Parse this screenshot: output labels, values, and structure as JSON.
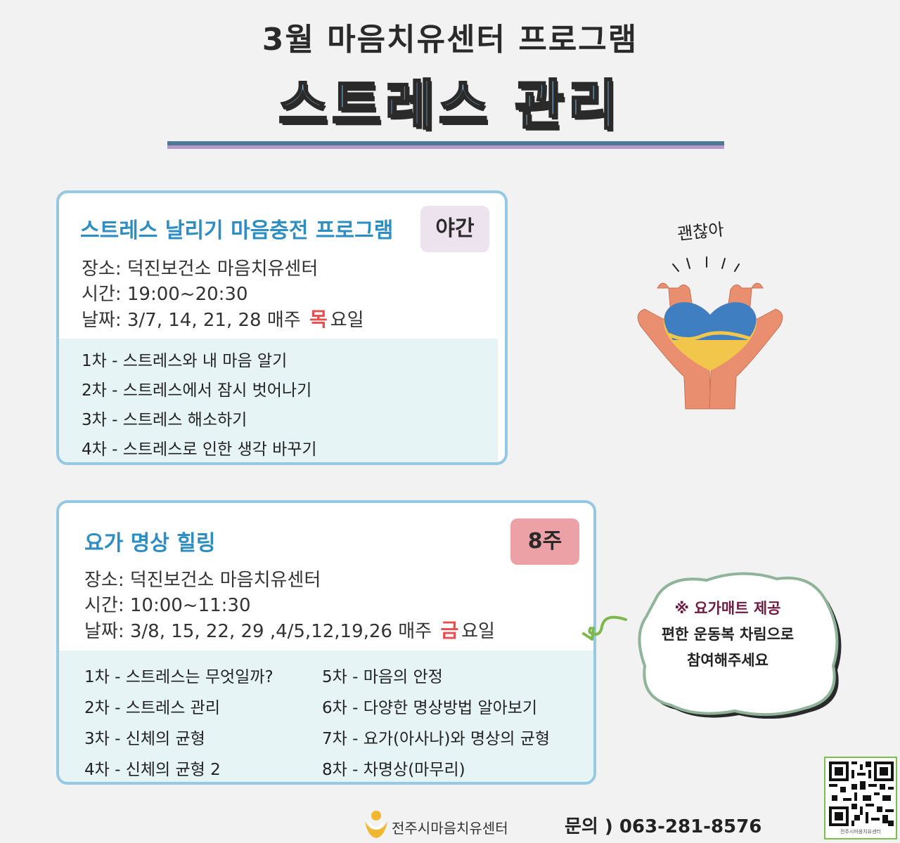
{
  "header": {
    "subtitle": "3월 마음치유센터 프로그램",
    "title": "스트레스 관리"
  },
  "program1": {
    "title": "스트레스 날리기 마음충전 프로그램",
    "badge": "야간",
    "place_label": "장소:",
    "place": "덕진보건소  마음치유센터",
    "time_label": "시간:",
    "time": "19:00~20:30",
    "date_label": "날짜:",
    "dates": "3/7, 14, 21, 28  매주",
    "weekday": "목",
    "weekday_suffix": "요일",
    "sessions": [
      "1차 - 스트레스와 내 마음 알기",
      "2차 - 스트레스에서 잠시 벗어나기",
      "3차 - 스트레스 해소하기",
      "4차 - 스트레스로 인한 생각 바꾸기"
    ]
  },
  "program2": {
    "title": "요가 명상 힐링",
    "badge": "8주",
    "place_label": "장소:",
    "place": "덕진보건소  마음치유센터",
    "time_label": "시간:",
    "time": "10:00~11:30",
    "date_label": "날짜:",
    "dates": "3/8, 15, 22, 29 ,4/5,12,19,26 매주",
    "weekday": "금",
    "weekday_suffix": "요일",
    "sessions_left": [
      "1차 - 스트레스는 무엇일까?",
      "2차 - 스트레스 관리",
      "3차 - 신체의 균형",
      "4차 - 신체의 균형 2"
    ],
    "sessions_right": [
      "5차 - 마음의 안정",
      "6차 - 다양한 명상방법 알아보기",
      "7차 - 요가(아사나)와 명상의 균형",
      "8차 - 차명상(마무리)"
    ]
  },
  "illustration": {
    "caption": "괜찮아",
    "icon": "hands-holding-heart-icon"
  },
  "bubble": {
    "note": "※ 요가매트 제공",
    "line1": "편한 운동복 차림으로",
    "line2": "참여해주세요"
  },
  "footer": {
    "org": "전주시마음치유센터",
    "contact": "문의 ) 063-281-8576",
    "qr_caption": "전주시마음치유센터"
  },
  "colors": {
    "accent_blue": "#2d8ec4",
    "card_border": "#94c8e3",
    "highlight_red": "#e94e4e",
    "badge_pink": "#eca1a6",
    "badge_lavender": "#ece3ef"
  }
}
